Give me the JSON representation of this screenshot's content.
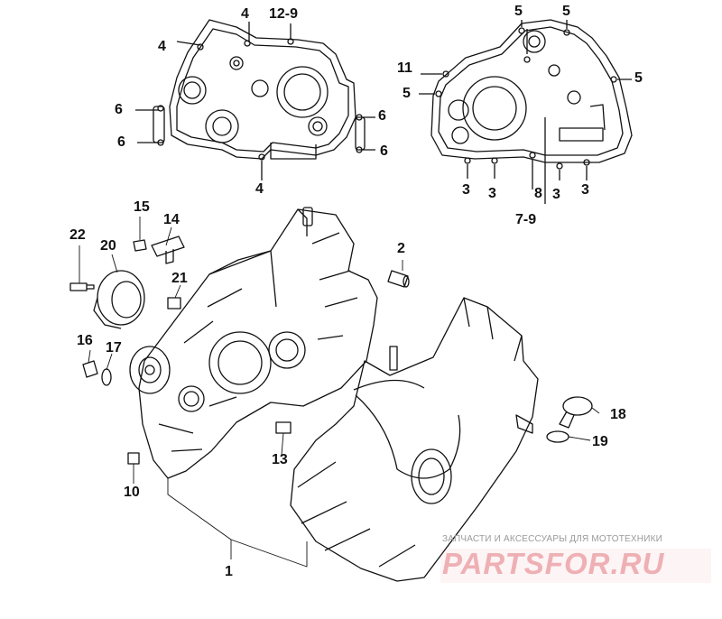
{
  "callouts": {
    "c1": "1",
    "c2": "2",
    "c3a": "3",
    "c3b": "3",
    "c3c": "3",
    "c3d": "3",
    "c4a": "4",
    "c4b": "4",
    "c4c": "4",
    "c5a": "5",
    "c5b": "5",
    "c5c": "5",
    "c5d": "5",
    "c6a": "6",
    "c6b": "6",
    "c6c": "6",
    "c6d": "6",
    "c7_9": "7-9",
    "c8": "8",
    "c10": "10",
    "c11": "11",
    "c12_9": "12-9",
    "c13": "13",
    "c14": "14",
    "c15": "15",
    "c16": "16",
    "c17": "17",
    "c18": "18",
    "c19": "19",
    "c20": "20",
    "c21": "21",
    "c22": "22"
  },
  "watermark": {
    "subtitle": "ЗАПЧАСТИ И АКСЕССУАРЫ ДЛЯ МОТОТЕХНИКИ",
    "brand": "PARTSFOR.RU",
    "color": "#e0787d"
  }
}
